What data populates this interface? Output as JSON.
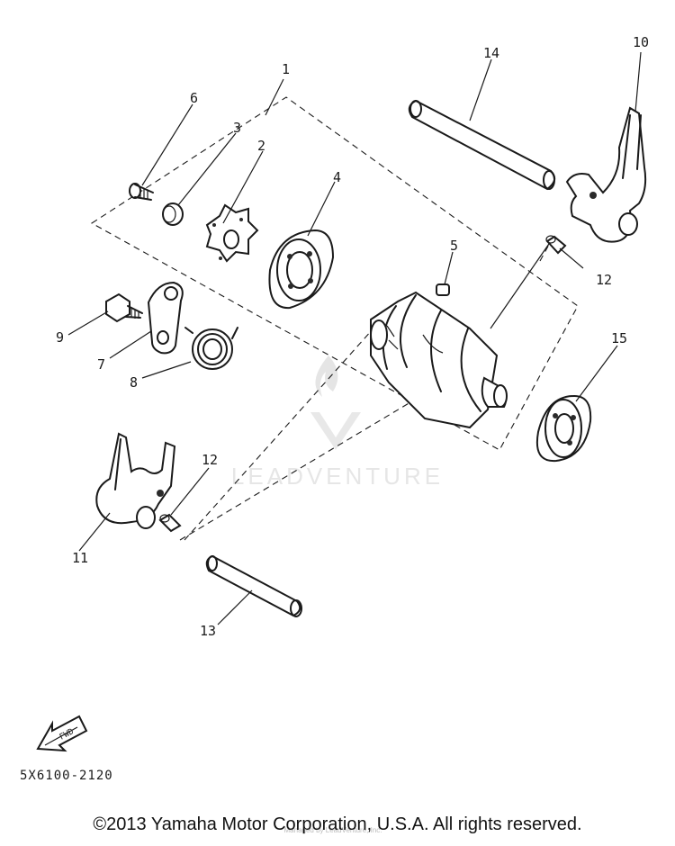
{
  "callouts": [
    {
      "id": "1",
      "text": "1"
    },
    {
      "id": "2",
      "text": "2"
    },
    {
      "id": "3",
      "text": "3"
    },
    {
      "id": "4",
      "text": "4"
    },
    {
      "id": "5",
      "text": "5"
    },
    {
      "id": "6",
      "text": "6"
    },
    {
      "id": "7",
      "text": "7"
    },
    {
      "id": "8",
      "text": "8"
    },
    {
      "id": "9",
      "text": "9"
    },
    {
      "id": "10",
      "text": "10"
    },
    {
      "id": "11",
      "text": "11"
    },
    {
      "id": "12a",
      "text": "12"
    },
    {
      "id": "12b",
      "text": "12"
    },
    {
      "id": "13",
      "text": "13"
    },
    {
      "id": "14",
      "text": "14"
    },
    {
      "id": "15",
      "text": "15"
    }
  ],
  "fwd_label": "FWD",
  "part_code": "5X6100-2120",
  "watermark": "LEADVENTURE",
  "watermark_small": "Managed by LeadVenture, Inc.",
  "copyright": "©2013 Yamaha Motor Corporation, U.S.A. All rights reserved."
}
